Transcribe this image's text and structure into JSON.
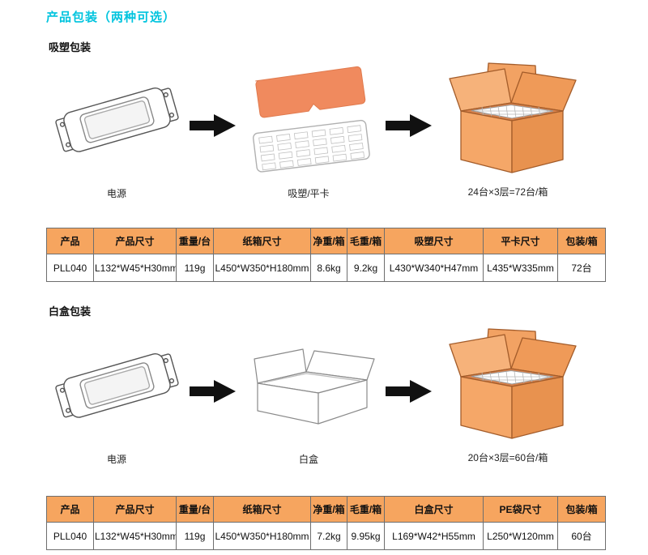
{
  "page": {
    "title": "产品包装（两种可选）"
  },
  "colors": {
    "title_cyan": "#00c4de",
    "table_header_bg": "#f6a55f",
    "carton_orange": "#f2a263",
    "blister_orange": "#f08a5e",
    "arrow_black": "#111111"
  },
  "sections": [
    {
      "heading": "吸塑包装",
      "captions": [
        "电源",
        "吸塑/平卡",
        "24台×3层=72台/箱"
      ],
      "table": {
        "headers": [
          "产品",
          "产品尺寸",
          "重量/台",
          "纸箱尺寸",
          "净重/箱",
          "毛重/箱",
          "吸塑尺寸",
          "平卡尺寸",
          "包装/箱"
        ],
        "row": [
          "PLL040",
          "L132*W45*H30mm",
          "119g",
          "L450*W350*H180mm",
          "8.6kg",
          "9.2kg",
          "L430*W340*H47mm",
          "L435*W335mm",
          "72台"
        ]
      }
    },
    {
      "heading": "白盒包装",
      "captions": [
        "电源",
        "白盒",
        "20台×3层=60台/箱"
      ],
      "table": {
        "headers": [
          "产品",
          "产品尺寸",
          "重量/台",
          "纸箱尺寸",
          "净重/箱",
          "毛重/箱",
          "白盒尺寸",
          "PE袋尺寸",
          "包装/箱"
        ],
        "row": [
          "PLL040",
          "L132*W45*H30mm",
          "119g",
          "L450*W350*H180mm",
          "7.2kg",
          "9.95kg",
          "L169*W42*H55mm",
          "L250*W120mm",
          "60台"
        ]
      }
    }
  ]
}
